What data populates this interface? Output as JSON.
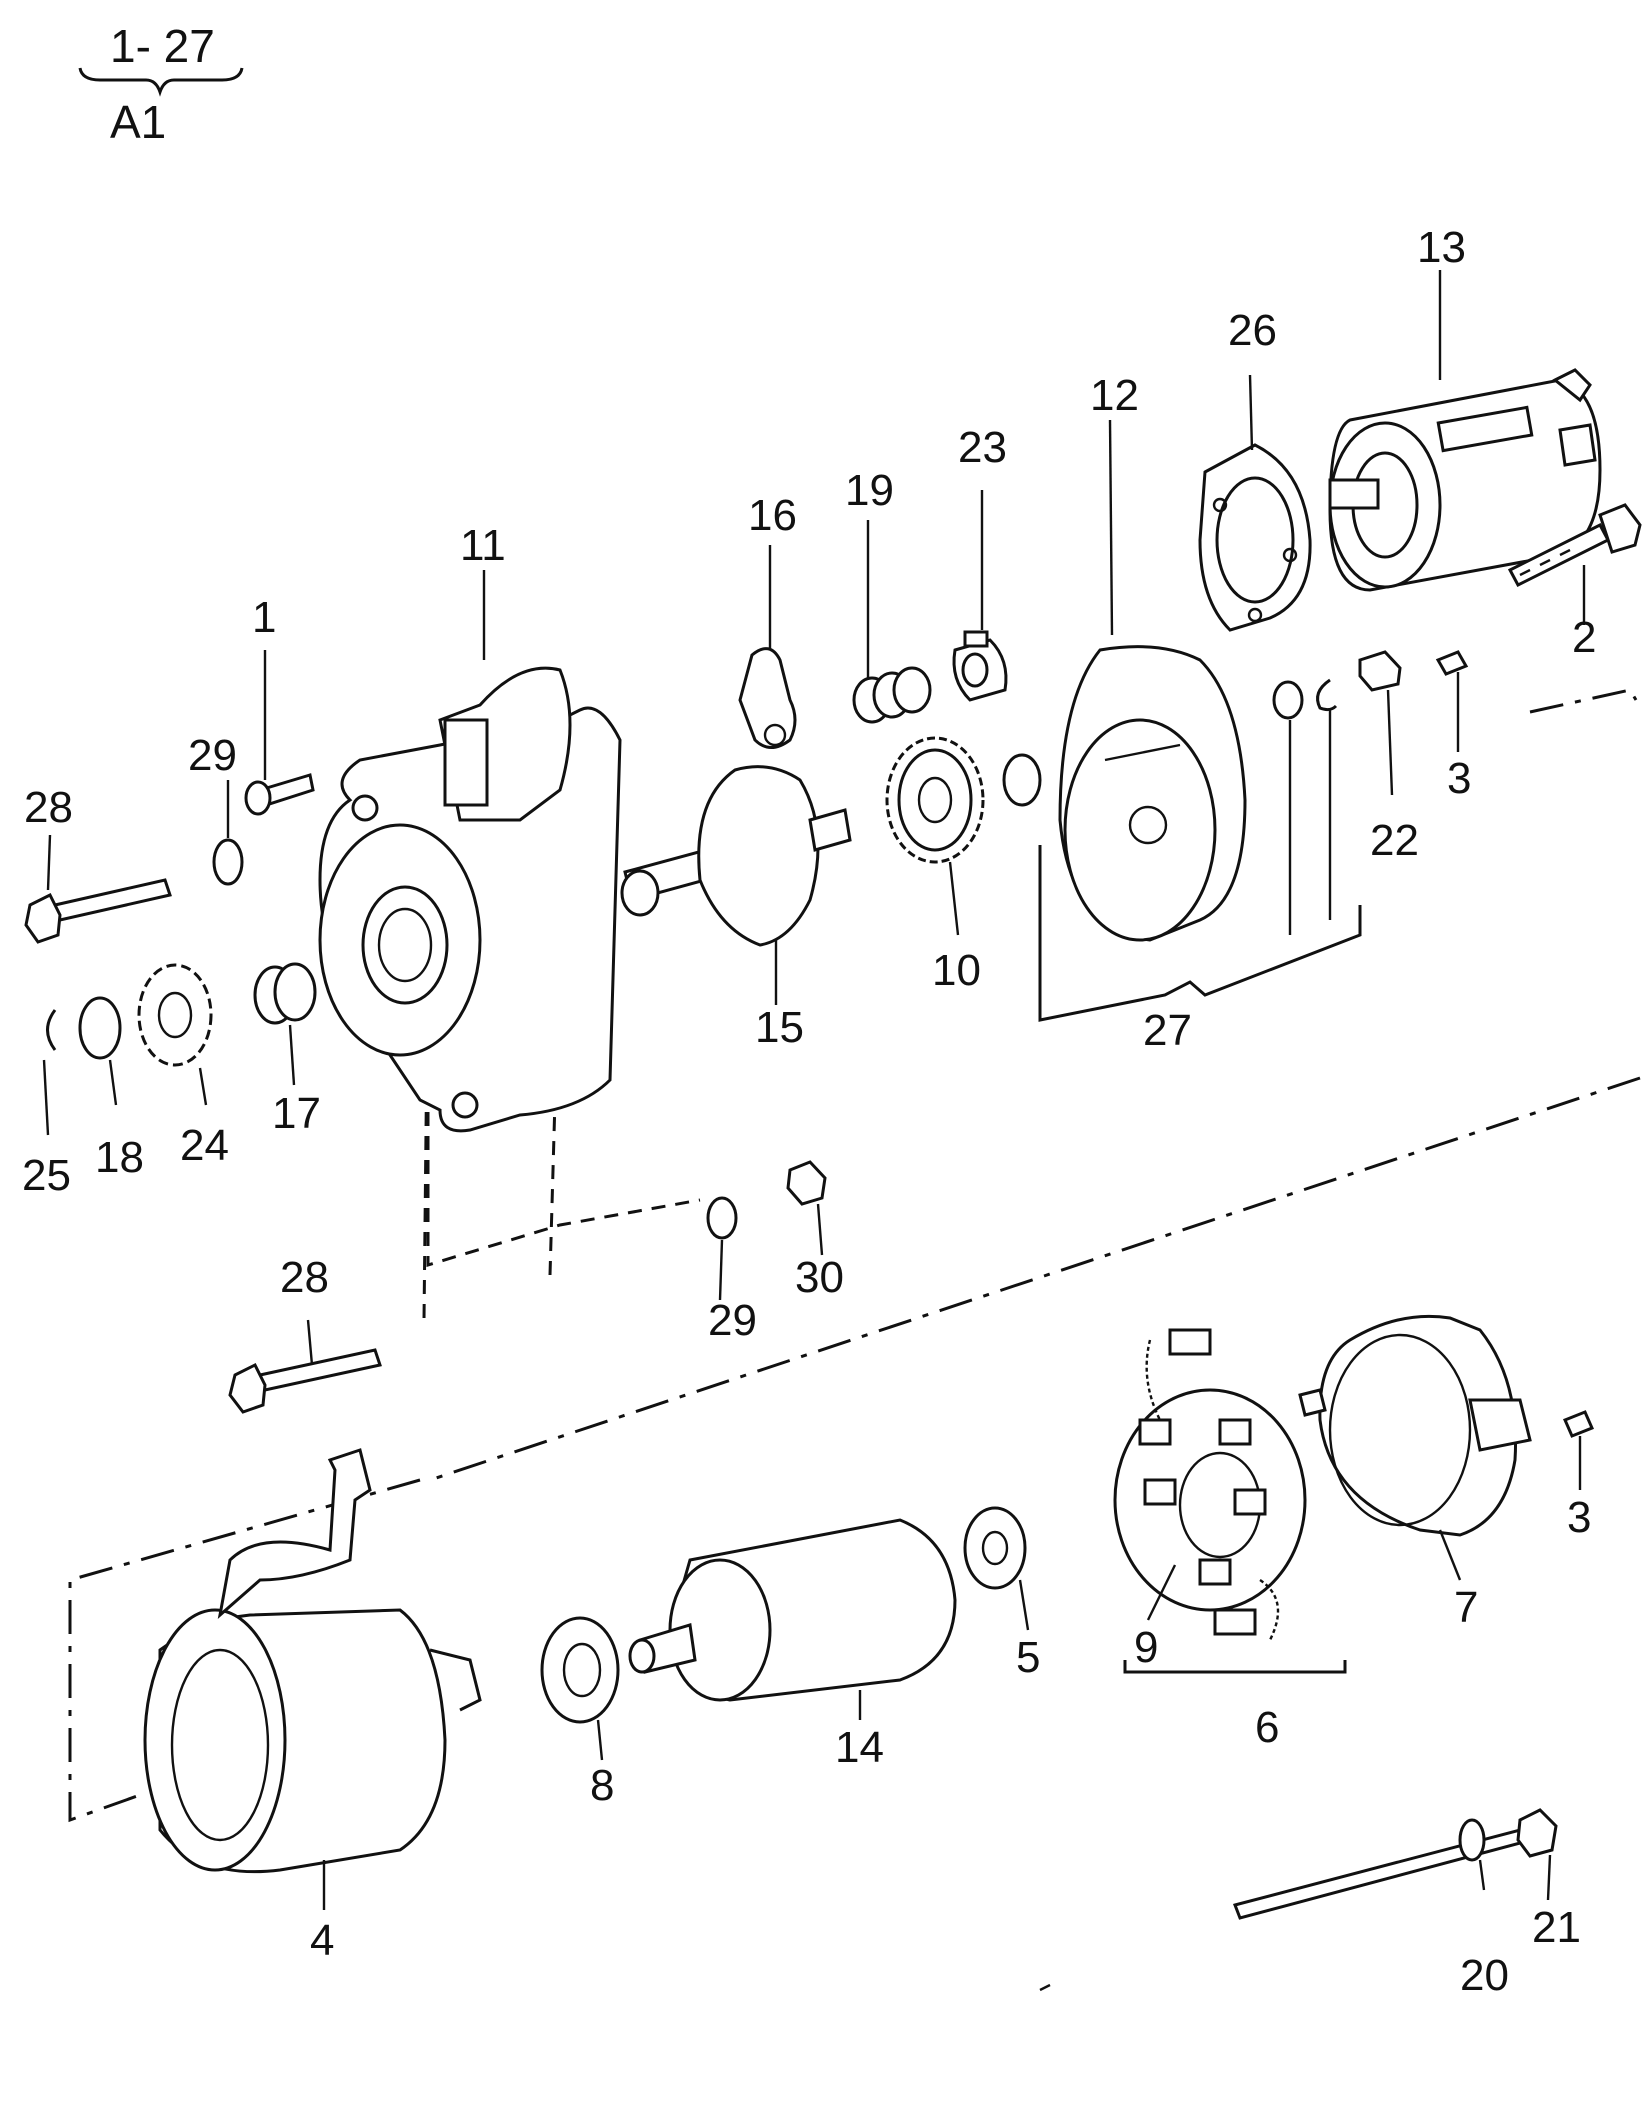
{
  "header": {
    "range": "1- 27",
    "sheet": "A1"
  },
  "callouts": [
    {
      "id": "c1",
      "text": "1"
    },
    {
      "id": "c2",
      "text": "2"
    },
    {
      "id": "c3a",
      "text": "3"
    },
    {
      "id": "c3b",
      "text": "3"
    },
    {
      "id": "c4",
      "text": "4"
    },
    {
      "id": "c5",
      "text": "5"
    },
    {
      "id": "c6",
      "text": "6"
    },
    {
      "id": "c7",
      "text": "7"
    },
    {
      "id": "c8",
      "text": "8"
    },
    {
      "id": "c9",
      "text": "9"
    },
    {
      "id": "c10",
      "text": "10"
    },
    {
      "id": "c11",
      "text": "11"
    },
    {
      "id": "c12",
      "text": "12"
    },
    {
      "id": "c13",
      "text": "13"
    },
    {
      "id": "c14",
      "text": "14"
    },
    {
      "id": "c15",
      "text": "15"
    },
    {
      "id": "c16",
      "text": "16"
    },
    {
      "id": "c17",
      "text": "17"
    },
    {
      "id": "c18",
      "text": "18"
    },
    {
      "id": "c19",
      "text": "19"
    },
    {
      "id": "c20",
      "text": "20"
    },
    {
      "id": "c21",
      "text": "21"
    },
    {
      "id": "c22",
      "text": "22"
    },
    {
      "id": "c23",
      "text": "23"
    },
    {
      "id": "c24",
      "text": "24"
    },
    {
      "id": "c25",
      "text": "25"
    },
    {
      "id": "c26",
      "text": "26"
    },
    {
      "id": "c27",
      "text": "27"
    },
    {
      "id": "c28a",
      "text": "28"
    },
    {
      "id": "c28b",
      "text": "28"
    },
    {
      "id": "c29a",
      "text": "29"
    },
    {
      "id": "c29b",
      "text": "29"
    },
    {
      "id": "c30",
      "text": "30"
    }
  ]
}
